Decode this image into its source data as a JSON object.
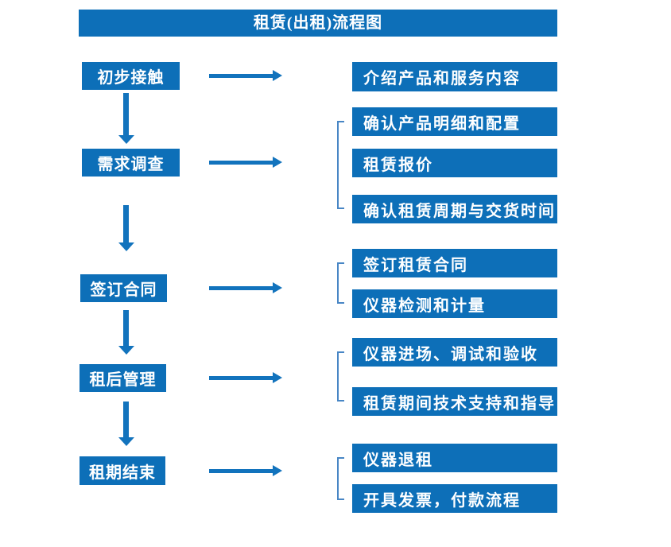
{
  "title": "租赁(出租)流程图",
  "colors": {
    "primary": "#0d6fb8",
    "arrow": "#1273bd",
    "bracket": "#4886c5",
    "text-on-primary": "#ffffff"
  },
  "steps": [
    {
      "label": "初步接触",
      "details": [
        "介绍产品和服务内容"
      ]
    },
    {
      "label": "需求调查",
      "details": [
        "确认产品明细和配置",
        "租赁报价",
        "确认租赁周期与交货时间"
      ]
    },
    {
      "label": "签订合同",
      "details": [
        "签订租赁合同",
        "仪器检测和计量"
      ]
    },
    {
      "label": "租后管理",
      "details": [
        "仪器进场、调试和验收",
        "租赁期间技术支持和指导"
      ]
    },
    {
      "label": "租期结束",
      "details": [
        "仪器退租",
        "开具发票，付款流程"
      ]
    }
  ]
}
